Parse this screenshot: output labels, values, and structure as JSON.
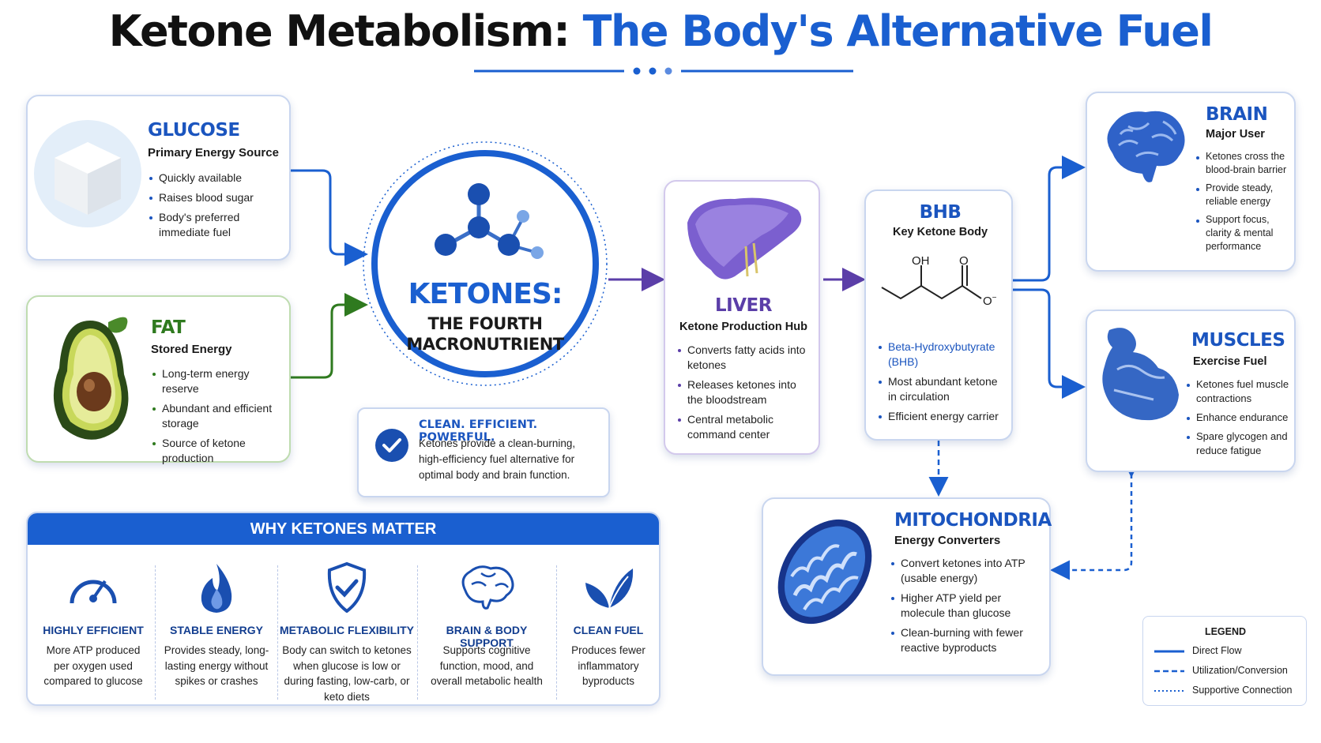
{
  "title": {
    "part1": "Ketone Metabolism:",
    "part2": "The Body's Alternative Fuel"
  },
  "colors": {
    "brand_blue": "#1a5fd0",
    "green": "#2f7a1f",
    "purple": "#5b3ea8"
  },
  "glucose": {
    "title": "GLUCOSE",
    "subtitle": "Primary Energy Source",
    "bullets": [
      "Quickly available",
      "Raises blood sugar",
      "Body's preferred immediate fuel"
    ],
    "icon": "sugar-cube-icon"
  },
  "fat": {
    "title": "FAT",
    "subtitle": "Stored Energy",
    "bullets": [
      "Long-term energy reserve",
      "Abundant and efficient storage",
      "Source of ketone production"
    ],
    "icon": "avocado-icon"
  },
  "ketones": {
    "title": "KETONES:",
    "line1": "THE FOURTH",
    "line2": "MACRONUTRIENT",
    "icon": "molecule-icon"
  },
  "clean": {
    "title": "CLEAN. EFFICIENT. POWERFUL.",
    "text": "Ketones provide a clean-burning, high-efficiency fuel alternative for optimal body and brain function.",
    "icon": "check-circle-icon"
  },
  "liver": {
    "title": "LIVER",
    "subtitle": "Ketone Production Hub",
    "bullets": [
      "Converts fatty acids into ketones",
      "Releases ketones into the bloodstream",
      "Central metabolic command center"
    ],
    "icon": "liver-icon"
  },
  "bhb": {
    "title": "BHB",
    "subtitle": "Key Ketone Body",
    "structure": {
      "oh": "OH",
      "o": "O",
      "ominus": "O",
      "charge": "−"
    },
    "bullets": [
      "Beta-Hydroxybutyrate (BHB)",
      "Most abundant ketone in circulation",
      "Efficient energy carrier"
    ]
  },
  "brain": {
    "title": "BRAIN",
    "subtitle": "Major User",
    "bullets": [
      "Ketones cross the blood-brain barrier",
      "Provide steady, reliable energy",
      "Support focus, clarity & mental performance"
    ],
    "icon": "brain-icon"
  },
  "muscles": {
    "title": "MUSCLES",
    "subtitle": "Exercise Fuel",
    "bullets": [
      "Ketones fuel muscle contractions",
      "Enhance endurance",
      "Spare glycogen and reduce fatigue"
    ],
    "icon": "flexed-arm-icon"
  },
  "mito": {
    "title": "MITOCHONDRIA",
    "subtitle": "Energy Converters",
    "bullets": [
      "Convert ketones into ATP (usable energy)",
      "Higher ATP yield per molecule than glucose",
      "Clean-burning with fewer reactive byproducts"
    ],
    "icon": "mitochondria-icon"
  },
  "why": {
    "title": "WHY KETONES MATTER",
    "items": [
      {
        "title": "HIGHLY EFFICIENT",
        "text": "More ATP produced per oxygen used compared to glucose",
        "icon": "gauge-icon"
      },
      {
        "title": "STABLE ENERGY",
        "text": "Provides steady, long-lasting energy without spikes or crashes",
        "icon": "flame-icon"
      },
      {
        "title": "METABOLIC FLEXIBILITY",
        "text": "Body can switch to ketones when glucose is low or during fasting, low-carb, or keto diets",
        "icon": "shield-check-icon"
      },
      {
        "title": "BRAIN & BODY SUPPORT",
        "text": "Supports cognitive function, mood, and overall metabolic health",
        "icon": "brain-outline-icon"
      },
      {
        "title": "CLEAN FUEL",
        "text": "Produces fewer inflammatory byproducts",
        "icon": "leaf-icon"
      }
    ]
  },
  "legend": {
    "title": "LEGEND",
    "items": [
      {
        "label": "Direct Flow",
        "style": "solid"
      },
      {
        "label": "Utilization/Conversion",
        "style": "dashed"
      },
      {
        "label": "Supportive Connection",
        "style": "dotted"
      }
    ]
  }
}
